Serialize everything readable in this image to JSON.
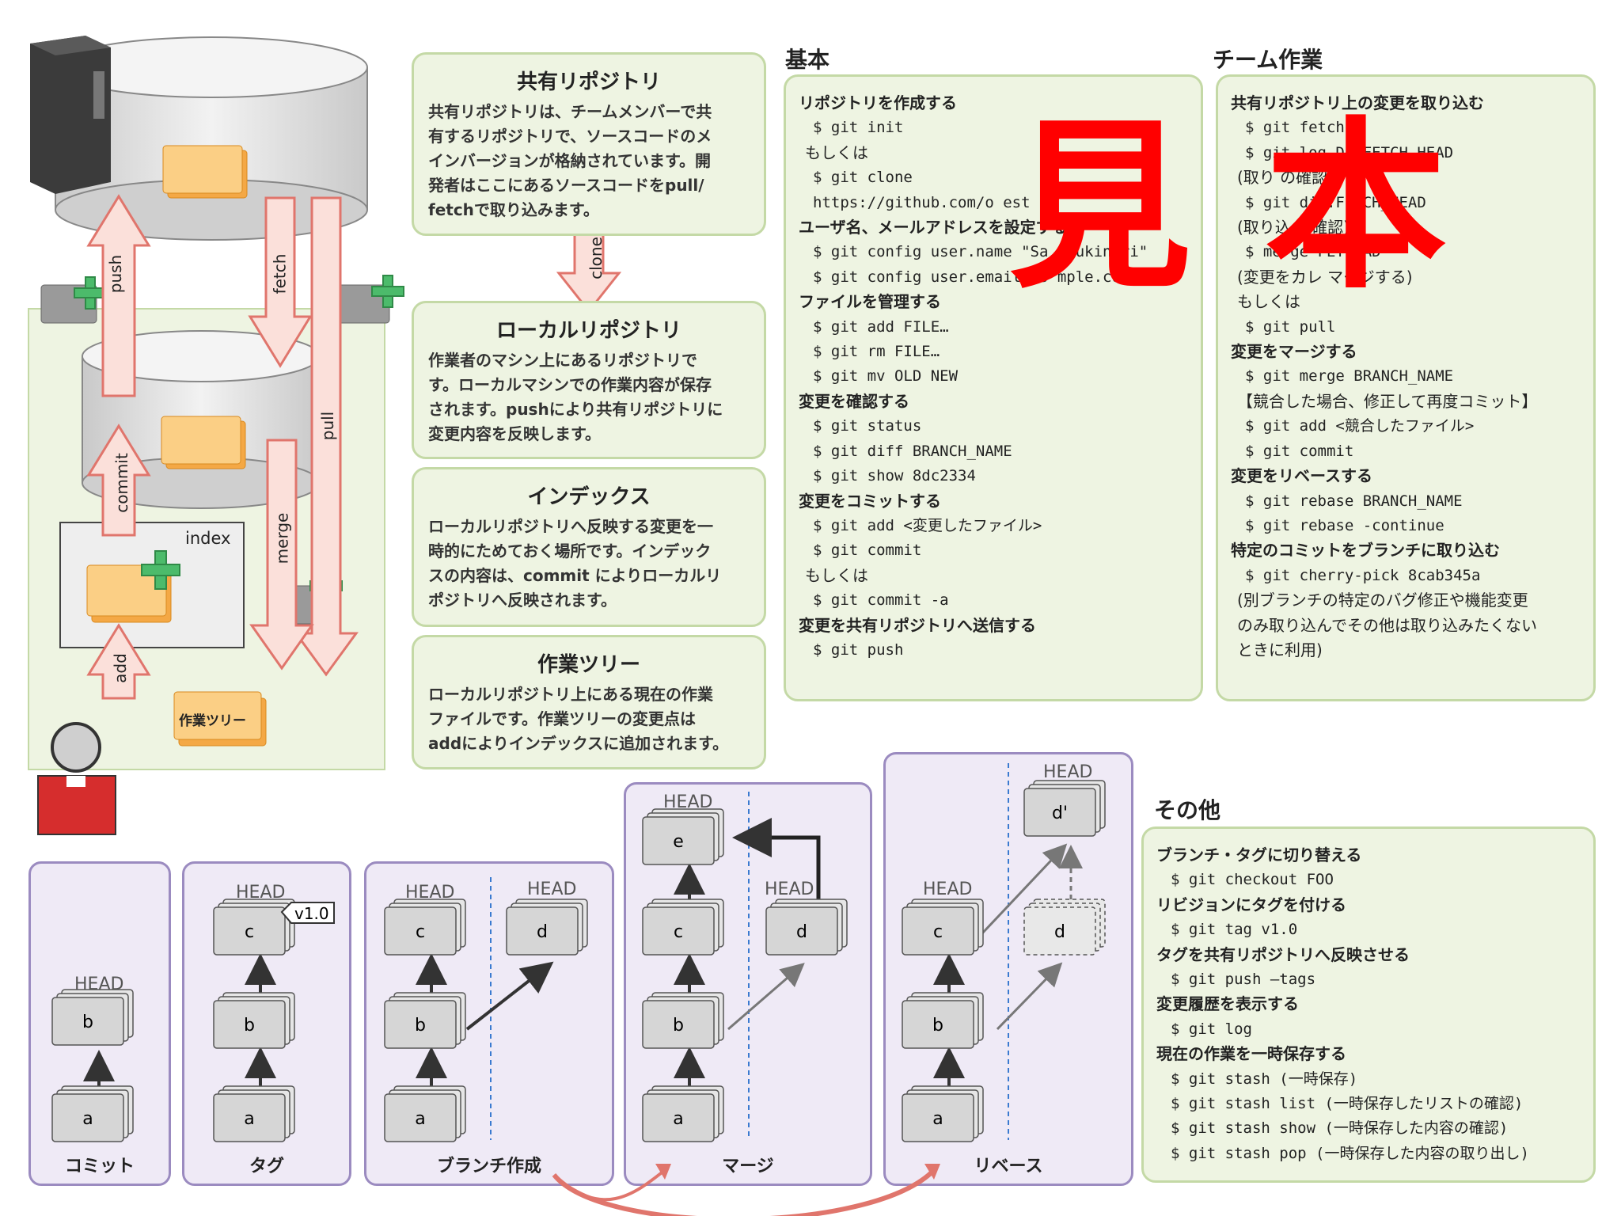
{
  "left_diagram": {
    "labels": {
      "push": "push",
      "fetch": "fetch",
      "pull": "pull",
      "commit": "commit",
      "merge": "merge",
      "add": "add",
      "clone": "clone",
      "index": "index",
      "worktree": "作業ツリー"
    }
  },
  "concepts": [
    {
      "title": "共有リポジトリ",
      "body": [
        "共有リポジトリは、チームメンバーで共",
        "有するリポジトリで、ソースコードのメ",
        "インバージョンが格納されています。開",
        "発者はここにあるソースコードをpull/",
        "fetchで取り込みます。"
      ]
    },
    {
      "title": "ローカルリポジトリ",
      "body": [
        "作業者のマシン上にあるリポジトリで",
        "す。ローカルマシンでの作業内容が保存",
        "されます。pushにより共有リポジトリに",
        "変更内容を反映します。"
      ]
    },
    {
      "title": "インデックス",
      "body": [
        "ローカルリポジトリへ反映する変更を一",
        "時的にためておく場所です。インデック",
        "スの内容は、commit によりローカルリ",
        "ポジトリへ反映されます。"
      ]
    },
    {
      "title": "作業ツリー",
      "body": [
        "ローカルリポジトリ上にある現在の作業",
        "ファイルです。作業ツリーの変更点は",
        "addによりインデックスに追加されます。"
      ]
    }
  ],
  "basic": {
    "heading": "基本",
    "lines": [
      {
        "t": "h",
        "s": "リポジトリを作成する"
      },
      {
        "t": "c",
        "s": "$ git init"
      },
      {
        "t": "n",
        "s": "もしくは"
      },
      {
        "t": "c",
        "s": "$ git clone"
      },
      {
        "t": "c",
        "s": "      https://github.com/o          est"
      },
      {
        "t": "h",
        "s": "ユーザ名、メールアドレスを設定する"
      },
      {
        "t": "c",
        "s": "$ git config user.name   \"Sa    a  ukinori\""
      },
      {
        "t": "c",
        "s": "$ git config user.email \"s         mple.com\""
      },
      {
        "t": "h",
        "s": "ファイルを管理する"
      },
      {
        "t": "c",
        "s": "$ git add FILE…"
      },
      {
        "t": "c",
        "s": "$ git rm FILE…"
      },
      {
        "t": "c",
        "s": "$ git mv OLD NEW"
      },
      {
        "t": "h",
        "s": "変更を確認する"
      },
      {
        "t": "c",
        "s": "$ git status"
      },
      {
        "t": "c",
        "s": "$ git diff  BRANCH_NAME"
      },
      {
        "t": "c",
        "s": "$ git show  8dc2334"
      },
      {
        "t": "h",
        "s": "変更をコミットする"
      },
      {
        "t": "c",
        "s": "$ git add  <変更したファイル>"
      },
      {
        "t": "c",
        "s": "$ git commit"
      },
      {
        "t": "n",
        "s": "もしくは"
      },
      {
        "t": "c",
        "s": "$ git commit -a"
      },
      {
        "t": "h",
        "s": "変更を共有リポジトリへ送信する"
      },
      {
        "t": "c",
        "s": "$ git push"
      }
    ]
  },
  "team": {
    "heading": "チーム作業",
    "lines": [
      {
        "t": "h",
        "s": "共有リポジトリ上の変更を取り込む"
      },
      {
        "t": "c",
        "s": "$ git fetch"
      },
      {
        "t": "c",
        "s": "$ git log    D..FETCH_HEAD"
      },
      {
        "t": "n",
        "s": "(取り          の確認)"
      },
      {
        "t": "c",
        "s": "$ git di      .FETCH_HEAD"
      },
      {
        "t": "n",
        "s": "(取り込         の確認)"
      },
      {
        "t": "c",
        "s": "$    merge   FETC    AD"
      },
      {
        "t": "n",
        "s": "(変更をカレ       マージする)"
      },
      {
        "t": "n",
        "s": "もしくは"
      },
      {
        "t": "c",
        "s": "$ git pull"
      },
      {
        "t": "h",
        "s": "変更をマージする"
      },
      {
        "t": "c",
        "s": "$ git merge  BRANCH_NAME"
      },
      {
        "t": "n",
        "s": "【競合した場合、修正して再度コミット】"
      },
      {
        "t": "c",
        "s": "$ git add <競合したファイル>"
      },
      {
        "t": "c",
        "s": "$ git commit"
      },
      {
        "t": "h",
        "s": "変更をリベースする"
      },
      {
        "t": "c",
        "s": "$ git rebase BRANCH_NAME"
      },
      {
        "t": "c",
        "s": "$ git rebase -continue"
      },
      {
        "t": "h",
        "s": "特定のコミットをブランチに取り込む"
      },
      {
        "t": "c",
        "s": "$ git cherry-pick 8cab345a"
      },
      {
        "t": "n",
        "s": "(別ブランチの特定のバグ修正や機能変更"
      },
      {
        "t": "n",
        "s": "のみ取り込んでその他は取り込みたくない"
      },
      {
        "t": "n",
        "s": "ときに利用)"
      }
    ]
  },
  "other": {
    "heading": "その他",
    "lines": [
      {
        "t": "h",
        "s": "ブランチ・タグに切り替える"
      },
      {
        "t": "c",
        "s": "$ git checkout FOO"
      },
      {
        "t": "h",
        "s": "リビジョンにタグを付ける"
      },
      {
        "t": "c",
        "s": "$ git  tag v1.0"
      },
      {
        "t": "h",
        "s": "タグを共有リポジトリへ反映させる"
      },
      {
        "t": "c",
        "s": "$ git push  —tags"
      },
      {
        "t": "h",
        "s": "変更履歴を表示する"
      },
      {
        "t": "c",
        "s": "$ git log"
      },
      {
        "t": "h",
        "s": "現在の作業を一時保存する"
      },
      {
        "t": "c",
        "s": "$ git stash        (一時保存)"
      },
      {
        "t": "c",
        "s": "$ git stash list  (一時保存したリストの確認)"
      },
      {
        "t": "c",
        "s": "$ git stash show  (一時保存した内容の確認)"
      },
      {
        "t": "c",
        "s": "$ git stash pop   (一時保存した内容の取り出し)"
      }
    ]
  },
  "bottom": {
    "head": "HEAD",
    "tag": "v1.0",
    "nodes": {
      "a": "a",
      "b": "b",
      "c": "c",
      "d": "d",
      "e": "e",
      "dp": "d'"
    },
    "labels": {
      "commit": "コミット",
      "tag": "タグ",
      "branch": "ブランチ作成",
      "merge": "マージ",
      "rebase": "リベース"
    }
  },
  "watermark": {
    "left": "見",
    "right": "本"
  },
  "colors": {
    "panel_fill": "#eef4e2",
    "panel_border": "#c4d9a6",
    "purple_fill": "#efeaf6",
    "purple_border": "#9b8bc0",
    "arrow_fill": "#fbe0da",
    "arrow_stroke": "#e0756c",
    "folder": "#f7b960",
    "plus": "#4cbb6b",
    "watermark": "#ff0000"
  }
}
